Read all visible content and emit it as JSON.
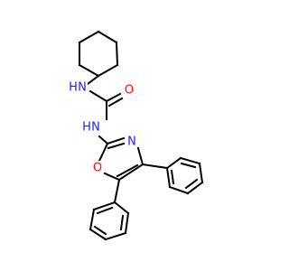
{
  "molecule": {
    "atoms": {
      "nh_upper": {
        "text": "N",
        "sub": "H",
        "color": "#2020ff"
      },
      "o_carbonyl": {
        "text": "O",
        "color": "#ff0d0d"
      },
      "nh_lower": {
        "text": "N",
        "sub": "H",
        "color": "#2020ff"
      },
      "n_ring": {
        "text": "N",
        "color": "#2020ff"
      },
      "o_ring": {
        "text": "O",
        "color": "#ff0d0d"
      }
    },
    "bond_color": "#000000"
  }
}
